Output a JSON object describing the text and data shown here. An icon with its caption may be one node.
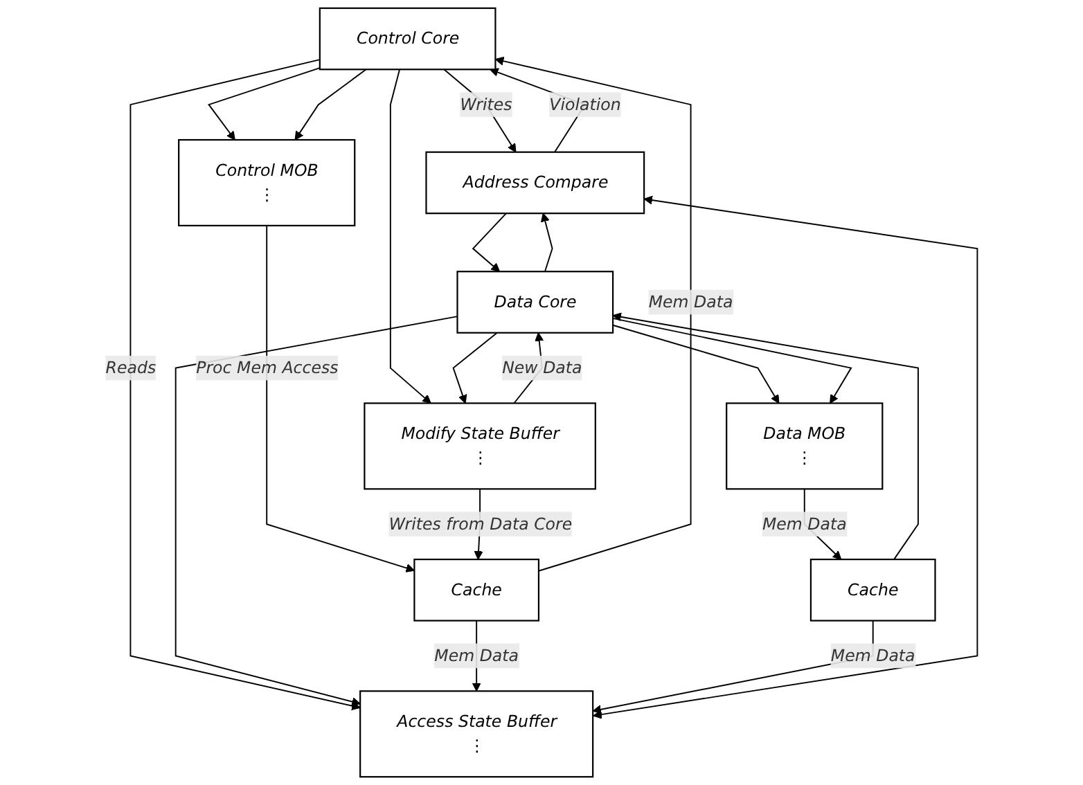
{
  "diagram": {
    "nodes": [
      {
        "text": [
          "Control Core"
        ]
      },
      {
        "text": [
          "Address Compare"
        ]
      },
      {
        "text": [
          "Data Core"
        ]
      },
      {
        "text": [
          "Control MOB",
          "⋮"
        ]
      },
      {
        "text": [
          "Access State Buffer",
          "⋮"
        ]
      },
      {
        "text": [
          "Modify State Buffer",
          "⋮"
        ]
      },
      {
        "text": [
          "Data MOB",
          "⋮"
        ]
      },
      {
        "text": [
          "Cache"
        ]
      },
      {
        "text": [
          "Cache"
        ]
      }
    ],
    "edges": [
      {
        "from": 1,
        "to": 0,
        "arrow": "to",
        "label": "Violation"
      },
      {
        "from": 1,
        "to": 2,
        "arrow": "to"
      },
      {
        "from": 0,
        "to": 1,
        "arrow": "to",
        "label": "Writes"
      },
      {
        "from": 0,
        "to": 5,
        "arrow": "to"
      },
      {
        "from": 0,
        "to": 3,
        "arrow": "to"
      },
      {
        "from": 2,
        "to": 1,
        "arrow": "to"
      },
      {
        "from": 2,
        "to": 5,
        "arrow": "to"
      },
      {
        "from": 2,
        "to": 6,
        "arrow": "to"
      },
      {
        "from": 0,
        "to": 4,
        "arrow": "to",
        "label": "Reads"
      },
      {
        "from": 0,
        "to": 3,
        "arrow": "to"
      },
      {
        "from": 2,
        "to": 4,
        "arrow": "to"
      },
      {
        "from": 2,
        "to": 6,
        "arrow": "to"
      },
      {
        "from": 1,
        "to": 4,
        "arrow": "both"
      },
      {
        "from": 5,
        "to": 2,
        "arrow": "to",
        "label": "New Data"
      },
      {
        "from": 8,
        "to": 2,
        "arrow": "to"
      },
      {
        "from": 3,
        "to": 7,
        "arrow": "to",
        "label": "Proc Mem Access"
      },
      {
        "from": 7,
        "to": 0,
        "arrow": "to",
        "label": "Mem Data"
      },
      {
        "from": 6,
        "to": 8,
        "arrow": "to",
        "label": "Mem Data"
      },
      {
        "from": 7,
        "to": 4,
        "arrow": "to",
        "label": "Mem Data"
      },
      {
        "from": 8,
        "to": 4,
        "arrow": "to",
        "label": "Mem Data"
      },
      {
        "from": 5,
        "to": 7,
        "arrow": "to",
        "label": "Writes from Data Core"
      }
    ]
  }
}
